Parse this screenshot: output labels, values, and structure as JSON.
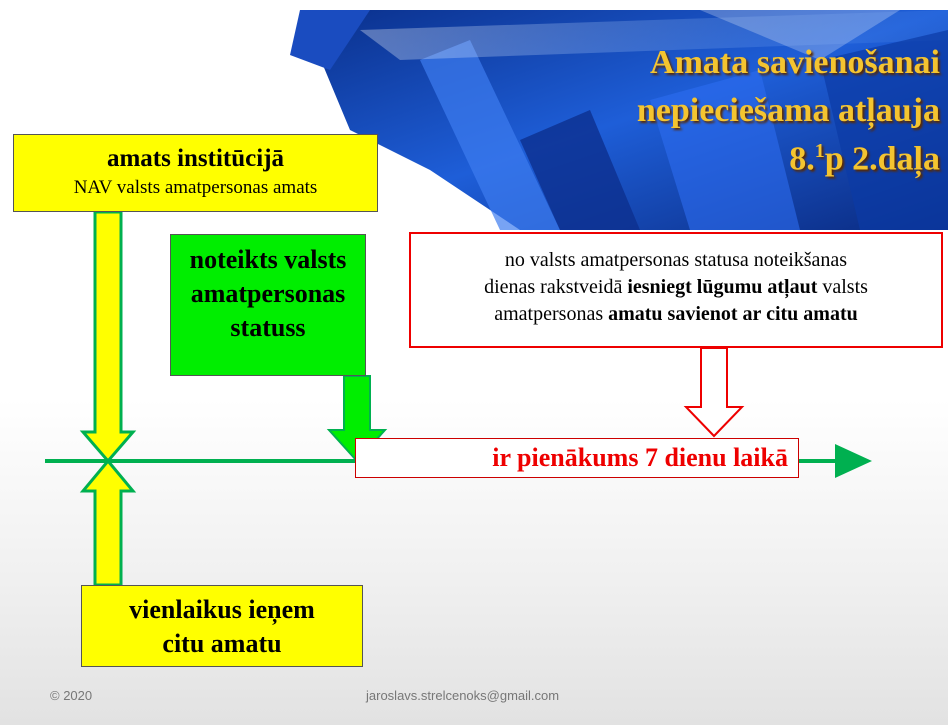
{
  "title": {
    "line1": "Amata savienošanai",
    "line2": "nepieciešama atļauja",
    "line3_main": "8.",
    "line3_sup": "1",
    "line3_rest": "p 2.daļa"
  },
  "boxes": {
    "institution": {
      "title": "amats institūcijā",
      "subtitle": "NAV valsts amatpersonas amats"
    },
    "status": {
      "lines": [
        "noteikts valsts",
        "amatpersonas",
        "statuss"
      ]
    },
    "note": {
      "line1": "no valsts amatpersonas statusa noteikšanas",
      "line2_plain": "dienas rakstveidā ",
      "line2_bold": "iesniegt lūgumu atļaut",
      "line2_end": " valsts",
      "line3_plain": "amatpersonas ",
      "line3_bold": "amatu savienot ar citu amatu"
    },
    "duty": "ir pienākums 7 dienu laikā",
    "other_position": {
      "lines": [
        "vienlaikus ieņem",
        "citu amatu"
      ]
    }
  },
  "footer": {
    "copyright": "© 2020",
    "email": "jaroslavs.strelcenoks@gmail.com"
  },
  "colors": {
    "title": "#f4c430",
    "yellow": "#ffff00",
    "green": "#00ee00",
    "red": "#ee0000",
    "timeline": "#00b050"
  }
}
